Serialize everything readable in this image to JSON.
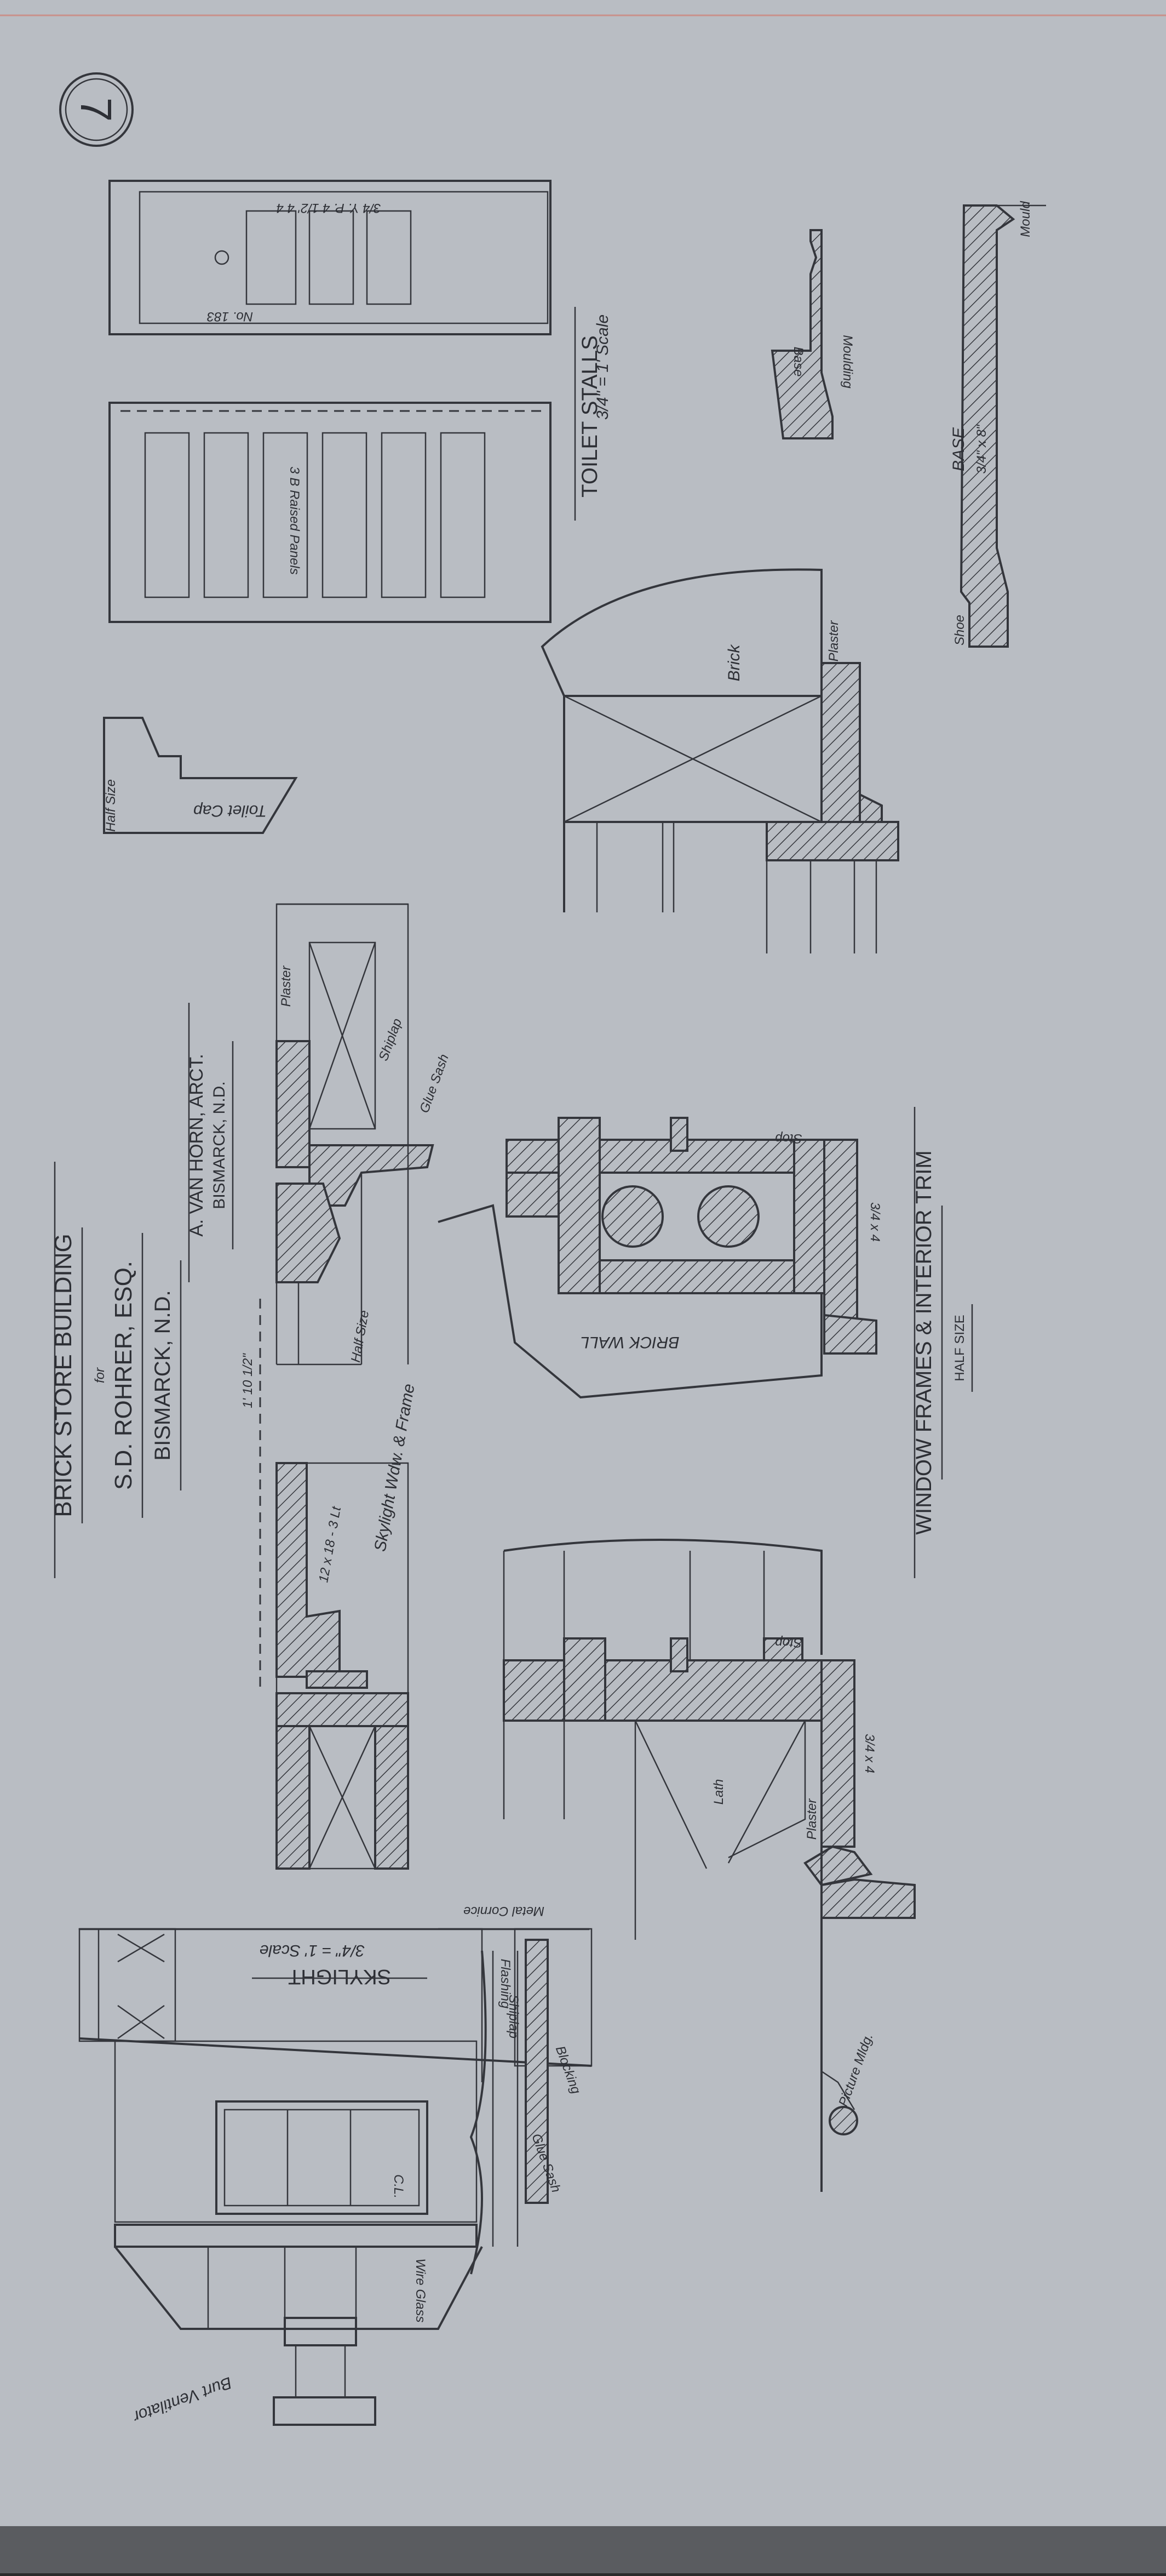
{
  "sheet": {
    "number": "7"
  },
  "title": {
    "building": "BRICK STORE BUILDING",
    "for": "for",
    "client": "S.D. ROHRER, ESQ.",
    "location": "BISMARCK, N.D.",
    "architect": "A. VAN HORN, ARCT.",
    "architect_city": "BISMARCK, N.D."
  },
  "titles": {
    "toilet_stalls": "TOILET STALLS",
    "toilet_stalls_scale": "3/4\" = 1' Scale",
    "skylight_frame": "Skylight Wdw. & Frame",
    "half_size": "Half Size",
    "half_size_caps": "HALF SIZE",
    "window_frames": "WINDOW FRAMES & INTERIOR TRIM",
    "skylight": "SKYLIGHT",
    "skylight_scale": "3/4\" = 1' Scale"
  },
  "notes": {
    "stall_upper_1": "3/4 Y. P. 4 1/2' 4 4",
    "stall_upper_2": "No. 183",
    "raised_panels": "3 B Raised Panels",
    "toilet_cap": "Toilet Cap",
    "toilet_cap_size": "Half Size",
    "moulding": "Moulding",
    "moulding_2": "Base",
    "base": "BASE",
    "base_size": "3/4\" x 8\"",
    "base_top": "Mould",
    "base_bottom": "Shoe",
    "brick": "Brick",
    "plaster": "Plaster",
    "shiplap": "Shiplap",
    "glue": "Glue Sash",
    "dimension": "1' 10 1/2\"",
    "skylight_dim": "12 x 18 - 3 Lt",
    "brick_wall": "BRICK WALL",
    "stop": "Stop",
    "dim_3_4": "3/4 x 4",
    "lath": "Lath",
    "picture_mould": "Picture Mldg.",
    "metal_cornice": "Metal Cornice",
    "flashing": "Flashing",
    "blocking": "Blocking",
    "wire_glass": "Wire Glass",
    "ventilator": "Burt Ventilator",
    "cl": "C.L."
  }
}
